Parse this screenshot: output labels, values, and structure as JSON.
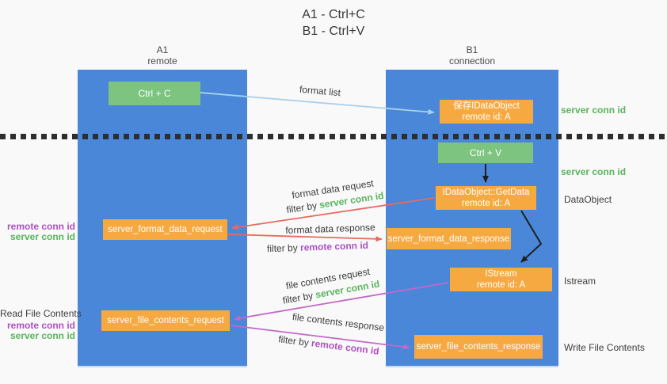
{
  "title": {
    "line1": "A1 - Ctrl+C",
    "line2": "B1 - Ctrl+V"
  },
  "lifelines": {
    "left": {
      "name": "A1",
      "role": "remote"
    },
    "right": {
      "name": "B1",
      "role": "connection"
    }
  },
  "nodes": {
    "ctrl_c": {
      "label": "Ctrl + C"
    },
    "ctrl_v": {
      "label": "Ctrl + V"
    },
    "save_dataobject": {
      "line1": "保存IDataObject",
      "line2": "remote id: A"
    },
    "getdata": {
      "line1": "IDataObject::GetData",
      "line2": "remote id: A"
    },
    "istream": {
      "line1": "IStream",
      "line2": "remote id: A"
    },
    "server_format_data_request": {
      "label": "server_format_data_request"
    },
    "server_format_data_response": {
      "label": "server_format_data_response"
    },
    "server_file_contents_request": {
      "label": "server_file_contents_request"
    },
    "server_file_contents_response": {
      "label": "server_file_contents_response"
    }
  },
  "arrows": {
    "format_list": {
      "label": "format list"
    },
    "format_data_request": {
      "label": "format data request",
      "filter_prefix": "filter by ",
      "filter_key": "server conn id"
    },
    "format_data_response": {
      "label": "format data response",
      "filter_prefix": "filter by ",
      "filter_key": "remote conn id"
    },
    "file_contents_request": {
      "label": "file contents request",
      "filter_prefix": "filter by ",
      "filter_key": "server conn id"
    },
    "file_contents_response": {
      "label": "file contents response",
      "filter_prefix": "filter by ",
      "filter_key": "remote conn id"
    }
  },
  "side_labels": {
    "right": {
      "server_conn_id_top": "server conn id",
      "server_conn_id_mid": "server conn id",
      "dataobject": "DataObject",
      "istream": "Istream",
      "write_file_contents": "Write File Contents"
    },
    "left": {
      "remote_conn_id_1": "remote conn id",
      "server_conn_id_1": "server conn id",
      "read_file_contents": "Read File Contents",
      "remote_conn_id_2": "remote conn id",
      "server_conn_id_2": "server conn id"
    }
  },
  "colors": {
    "lifeline_blue": "#4b87d9",
    "node_orange": "#f7a941",
    "node_green": "#7cc47f",
    "arrow_blue": "#a9d1ee",
    "arrow_red": "#e8695e",
    "arrow_magenta": "#c468c8",
    "arrow_black": "#1f1f1f",
    "text_green": "#58b45c",
    "text_purple": "#ad4fc4",
    "text_dark": "#3d3d3d",
    "background": "#f9f9f9"
  }
}
